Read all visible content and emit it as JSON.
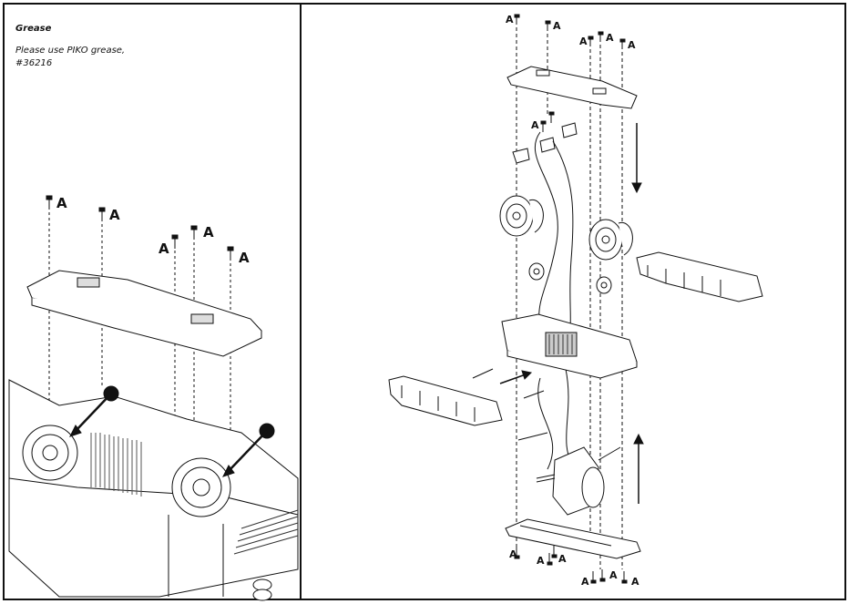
{
  "grease_note": {
    "title": "Grease",
    "line1": "Please use PIKO grease,",
    "line2": "#36216"
  },
  "screw_label": "A"
}
